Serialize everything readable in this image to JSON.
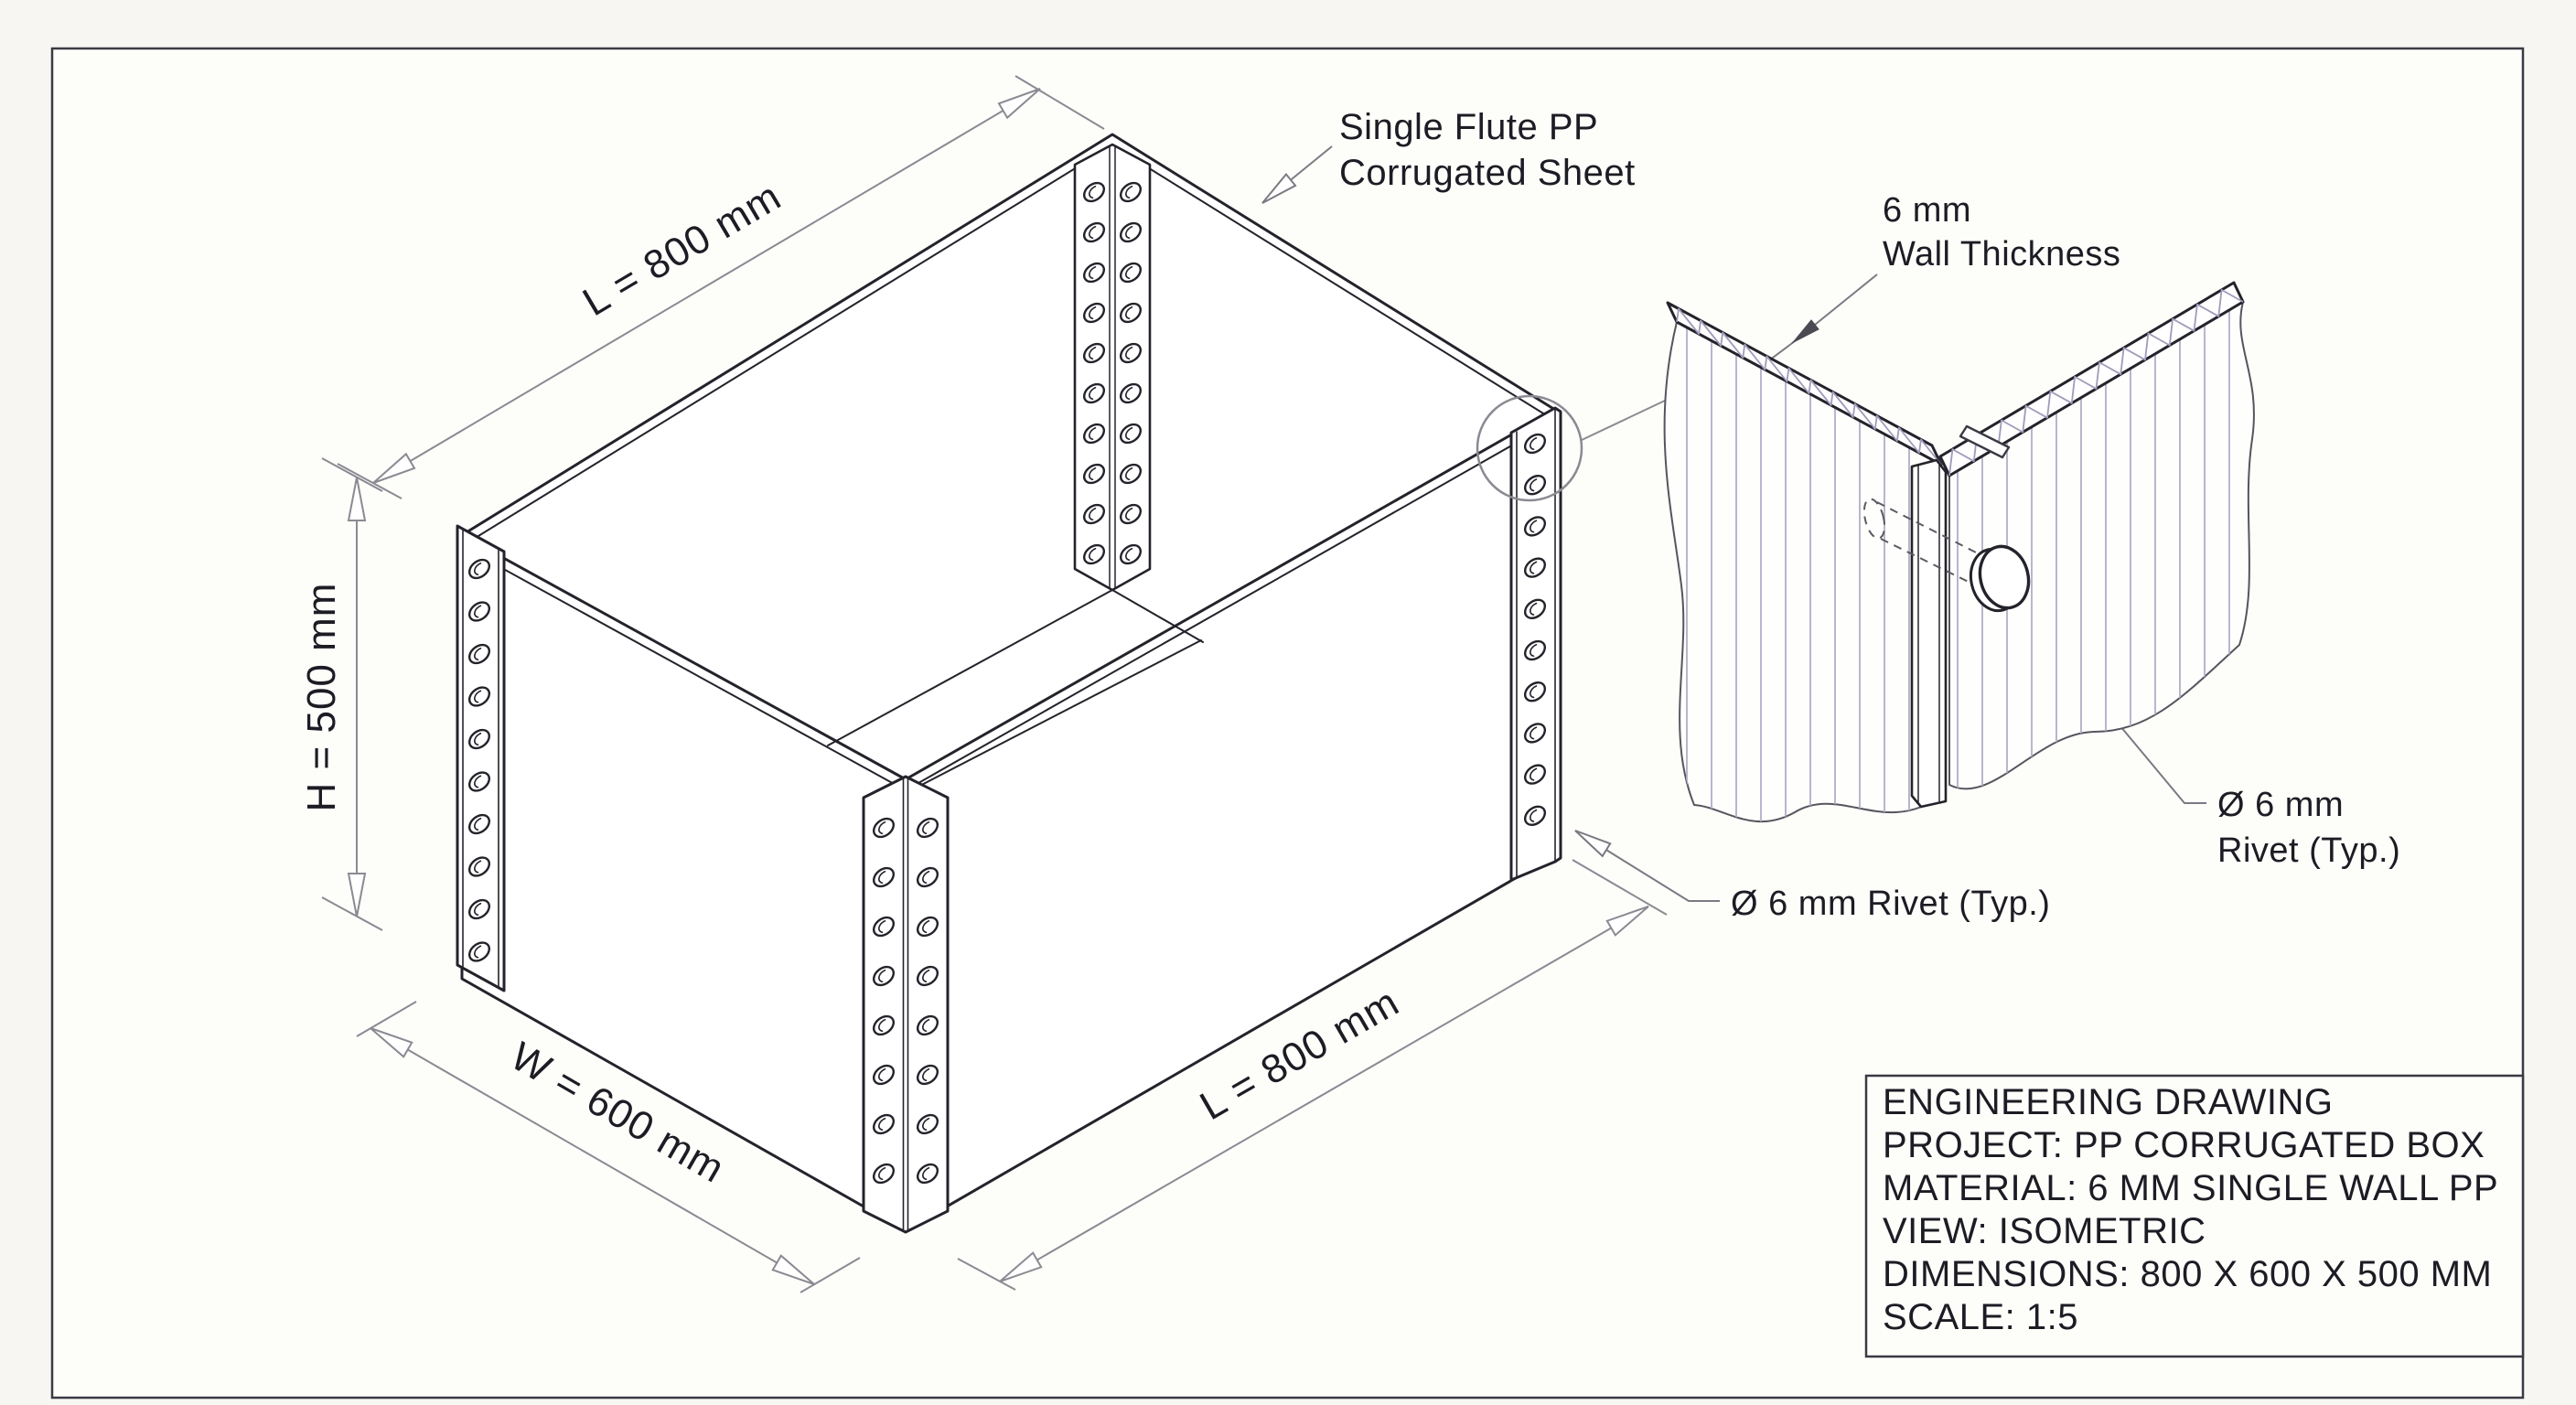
{
  "drawing": {
    "callouts": {
      "sheet_label_line1": "Single Flute PP",
      "sheet_label_line2": "Corrugated Sheet",
      "wall_thickness_line1": "6 mm",
      "wall_thickness_line2": "Wall Thickness",
      "rivet_label_main": "Ø 6 mm Rivet (Typ.)",
      "rivet_label_detail_line1": "Ø 6 mm",
      "rivet_label_detail_line2": "Rivet (Typ.)"
    },
    "dimensions": {
      "length_top": "L = 800 mm",
      "height": "H = 500 mm",
      "width": "W = 600 mm",
      "length_bottom": "L = 800 mm"
    },
    "title_block": {
      "lines": [
        "ENGINEERING DRAWING",
        "PROJECT: PP CORRUGATED BOX",
        "MATERIAL: 6 MM SINGLE WALL PP",
        "VIEW: ISOMETRIC",
        "DIMENSIONS: 800 X 600 X 500 MM",
        "SCALE: 1:5"
      ]
    },
    "colors": {
      "paper": "#fdfdfa",
      "line": "#23232b",
      "dim_line": "#8a8a92",
      "flute": "#b3adc8",
      "zigzag": "#a19ab9"
    }
  }
}
